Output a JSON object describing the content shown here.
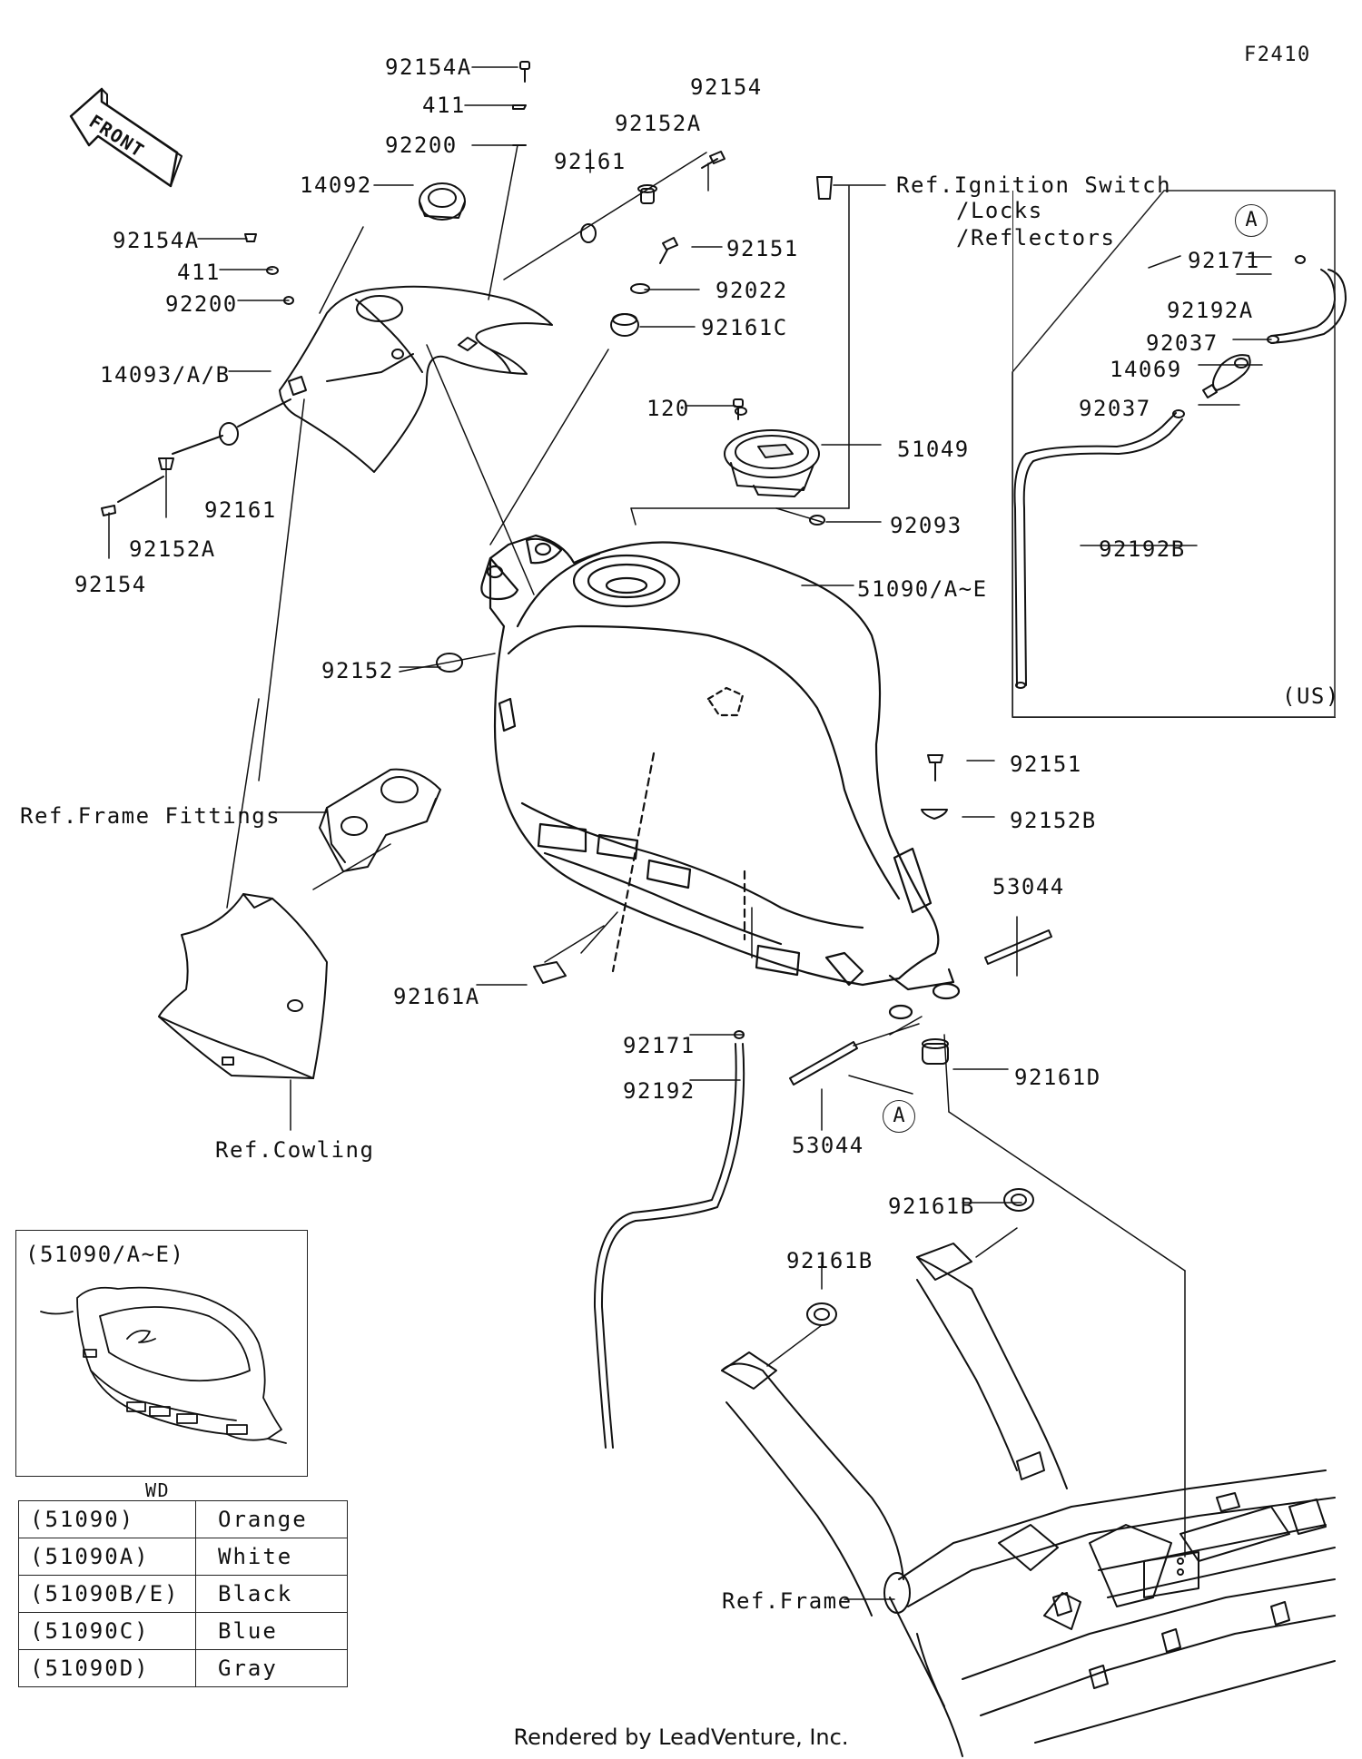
{
  "figure_code": "F2410",
  "direction_label": "FRONT",
  "parts": {
    "p92154A_top": "92154A",
    "p411_top": "411",
    "p92200_top": "92200",
    "p14092": "14092",
    "p92154": "92154",
    "p92152A_top": "92152A",
    "p92161_top": "92161",
    "p92151_top": "92151",
    "p92022": "92022",
    "p92161C": "92161C",
    "p92154A_left": "92154A",
    "p411_left": "411",
    "p92200_left": "92200",
    "p14093": "14093/A/B",
    "p92161_left": "92161",
    "p92152A_left": "92152A",
    "p92154_left": "92154",
    "p120": "120",
    "p51049": "51049",
    "p92093": "92093",
    "p51090": "51090/A~E",
    "p92152": "92152",
    "ref_frame_fittings": "Ref.Frame Fittings",
    "p92151_right": "92151",
    "p92152B": "92152B",
    "p53044_right": "53044",
    "p92161A": "92161A",
    "p92171_mid": "92171",
    "p92192": "92192",
    "p53044_mid": "53044",
    "p92161D": "92161D",
    "ref_cowling": "Ref.Cowling",
    "p92161B_right": "92161B",
    "p92161B_left": "92161B",
    "ref_frame": "Ref.Frame",
    "ref_ignition_1": "Ref.Ignition Switch",
    "ref_ignition_2": "/Locks",
    "ref_ignition_3": "/Reflectors"
  },
  "us_box": {
    "marker": "A",
    "p92171": "92171",
    "p92192A": "92192A",
    "p92037_a": "92037",
    "p14069": "14069",
    "p92037_b": "92037",
    "p92192B": "92192B",
    "region": "(US)"
  },
  "callout_A": "A",
  "inset": {
    "title": "(51090/A~E)",
    "caption": "WD"
  },
  "color_table": [
    {
      "code": "(51090)",
      "color": "Orange"
    },
    {
      "code": "(51090A)",
      "color": "White"
    },
    {
      "code": "(51090B/E)",
      "color": "Black"
    },
    {
      "code": "(51090C)",
      "color": "Blue"
    },
    {
      "code": "(51090D)",
      "color": "Gray"
    }
  ],
  "footer": "Rendered by LeadVenture, Inc."
}
